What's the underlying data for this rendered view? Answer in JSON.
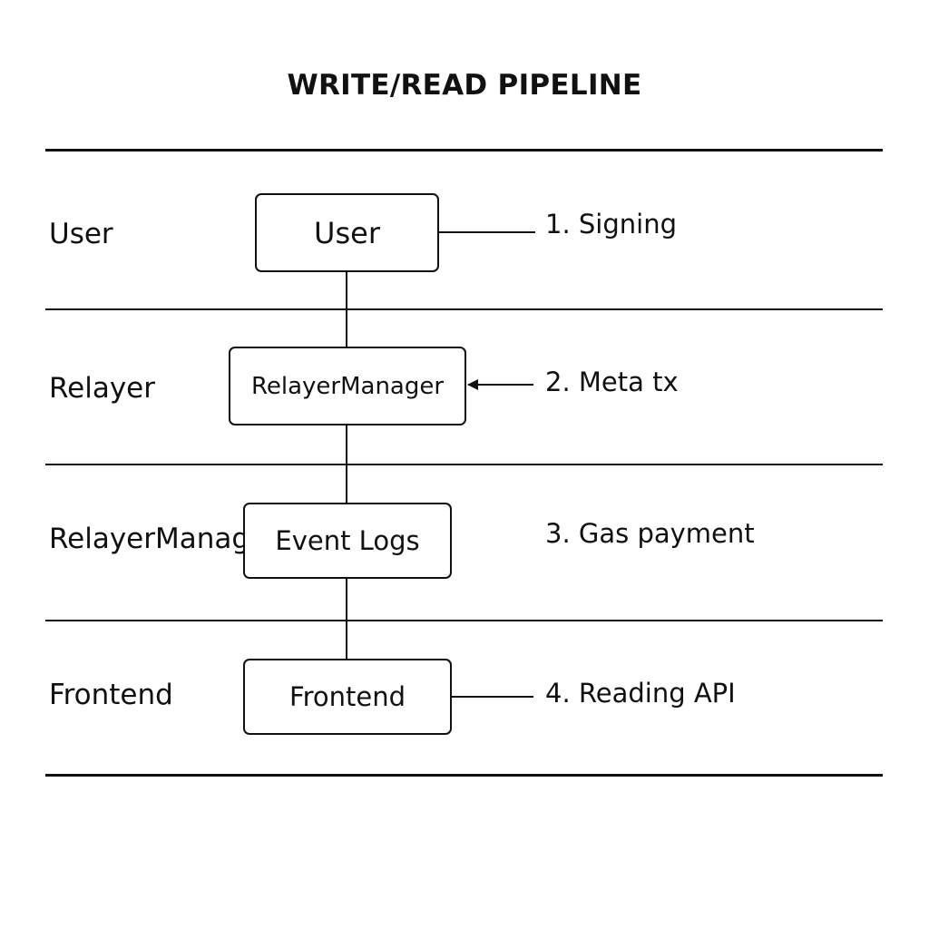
{
  "diagram": {
    "title": "WRITE/READ PIPELINE",
    "lanes": [
      {
        "label": "User"
      },
      {
        "label": "Relayer"
      },
      {
        "label": "RelayerManager"
      },
      {
        "label": "Frontend"
      }
    ],
    "nodes": [
      {
        "label": "User"
      },
      {
        "label": "RelayerManager"
      },
      {
        "label": "Event Logs"
      },
      {
        "label": "Frontend"
      }
    ],
    "steps": [
      {
        "label": "1. Signing"
      },
      {
        "label": "2. Meta tx"
      },
      {
        "label": "3. Gas payment"
      },
      {
        "label": "4. Reading API"
      }
    ],
    "edges": [
      {
        "from": "User",
        "to": "RelayerManager",
        "kind": "line"
      },
      {
        "from": "RelayerManager",
        "to": "Event Logs",
        "kind": "line"
      },
      {
        "from": "Event Logs",
        "to": "Frontend",
        "kind": "line"
      },
      {
        "from": "1. Signing",
        "to": "User",
        "kind": "line"
      },
      {
        "from": "2. Meta tx",
        "to": "RelayerManager",
        "kind": "arrow"
      },
      {
        "from": "4. Reading API",
        "to": "Frontend",
        "kind": "line"
      }
    ]
  }
}
